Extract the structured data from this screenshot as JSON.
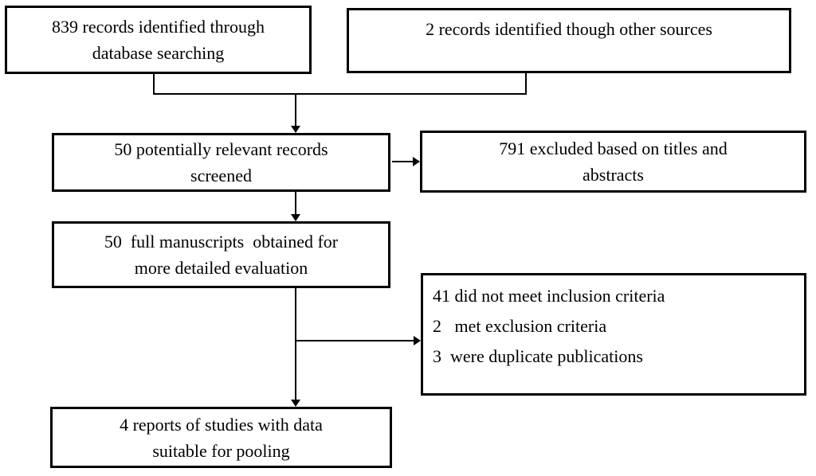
{
  "flowchart": {
    "colors": {
      "border": "#000000",
      "text": "#000000",
      "background": "#ffffff"
    },
    "boxes": {
      "identified_database": {
        "lines": [
          "839 records identified through",
          "database searching"
        ]
      },
      "identified_other": {
        "lines": [
          "2 records identified though other sources"
        ]
      },
      "screened": {
        "lines": [
          "50 potentially relevant records",
          "screened"
        ]
      },
      "excluded_titles": {
        "lines": [
          "791 excluded based on titles and",
          "abstracts"
        ]
      },
      "full_manuscripts": {
        "lines": [
          "50  full manuscripts  obtained for",
          "more detailed evaluation"
        ]
      },
      "exclusion_reasons": {
        "lines": [
          "41 did not meet inclusion criteria",
          "2   met exclusion criteria",
          "3  were duplicate publications"
        ]
      },
      "pooled": {
        "lines": [
          "4 reports of studies with data",
          "suitable for pooling"
        ]
      }
    }
  }
}
